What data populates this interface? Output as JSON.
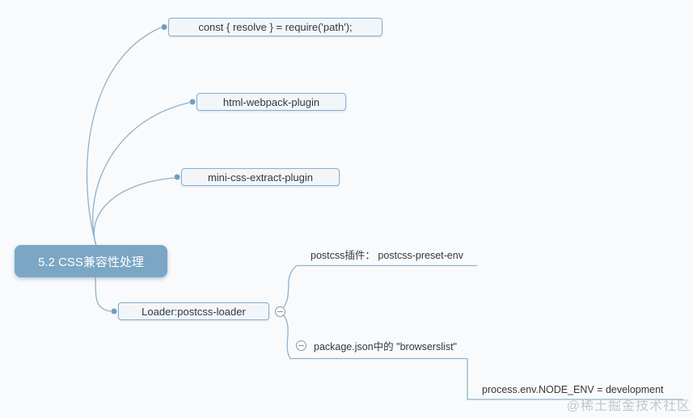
{
  "colors": {
    "canvas_bg": "#f9fafb",
    "root_fill": "#7ba6c4",
    "node_fill": "#f2f6f9",
    "node_border": "#88afce",
    "line": "#8fb2cd",
    "dot": "#6d9ec4",
    "icon_border": "#8a97a3",
    "text": "#33383d",
    "watermark": "#c2c6ca"
  },
  "mindmap": {
    "root": {
      "label": "5.2 CSS兼容性处理"
    },
    "children": [
      {
        "label": "const { resolve } = require('path');"
      },
      {
        "label": "html-webpack-plugin"
      },
      {
        "label": "mini-css-extract-plugin"
      },
      {
        "label": "Loader:postcss-loader",
        "collapsed": false,
        "children": [
          {
            "label": "postcss插件： postcss-preset-env"
          },
          {
            "label": "package.json中的 \"browserslist\"",
            "collapsed": false,
            "children": [
              {
                "label": "process.env.NODE_ENV = development"
              }
            ]
          }
        ]
      }
    ]
  },
  "watermark": {
    "label": "@稀土掘金技术社区"
  }
}
